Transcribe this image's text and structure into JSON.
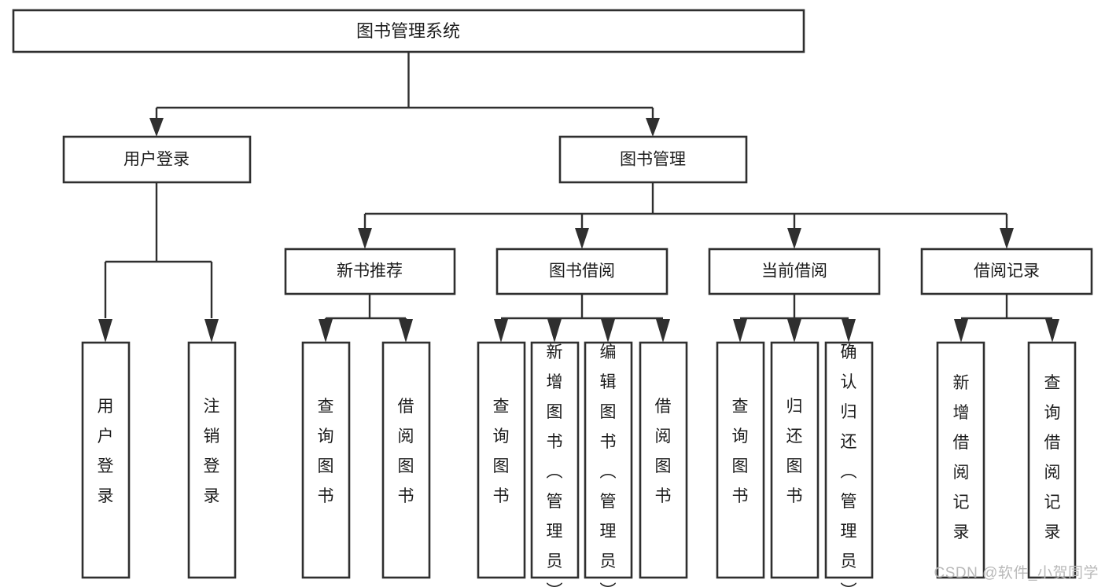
{
  "diagram": {
    "title": "图书管理系统",
    "type": "hierarchy-tree",
    "watermark": "CSDN @软件_小贺同学",
    "colors": {
      "box_stroke": "#2f2f2f",
      "box_fill": "#ffffff",
      "text": "#1c1c1c",
      "connector": "#2f2f2f",
      "watermark": "#b9b9b9",
      "background": "#ffffff"
    },
    "root": {
      "label": "图书管理系统"
    },
    "level2": [
      {
        "label": "用户登录"
      },
      {
        "label": "图书管理"
      }
    ],
    "level3": [
      {
        "label": "新书推荐"
      },
      {
        "label": "图书借阅"
      },
      {
        "label": "当前借阅"
      },
      {
        "label": "借阅记录"
      }
    ],
    "leaves": {
      "user_login": [
        {
          "label": "用户登录"
        },
        {
          "label": "注销登录"
        }
      ],
      "new_book_recommend": [
        {
          "label": "查询图书"
        },
        {
          "label": "借阅图书"
        }
      ],
      "book_borrow": [
        {
          "label": "查询图书"
        },
        {
          "label": "新增图书（管理员）"
        },
        {
          "label": "编辑图书（管理员）"
        },
        {
          "label": "借阅图书"
        }
      ],
      "current_borrow": [
        {
          "label": "查询图书"
        },
        {
          "label": "归还图书"
        },
        {
          "label": "确认归还（管理员）"
        }
      ],
      "borrow_record": [
        {
          "label": "新增借阅记录"
        },
        {
          "label": "查询借阅记录"
        }
      ]
    }
  }
}
